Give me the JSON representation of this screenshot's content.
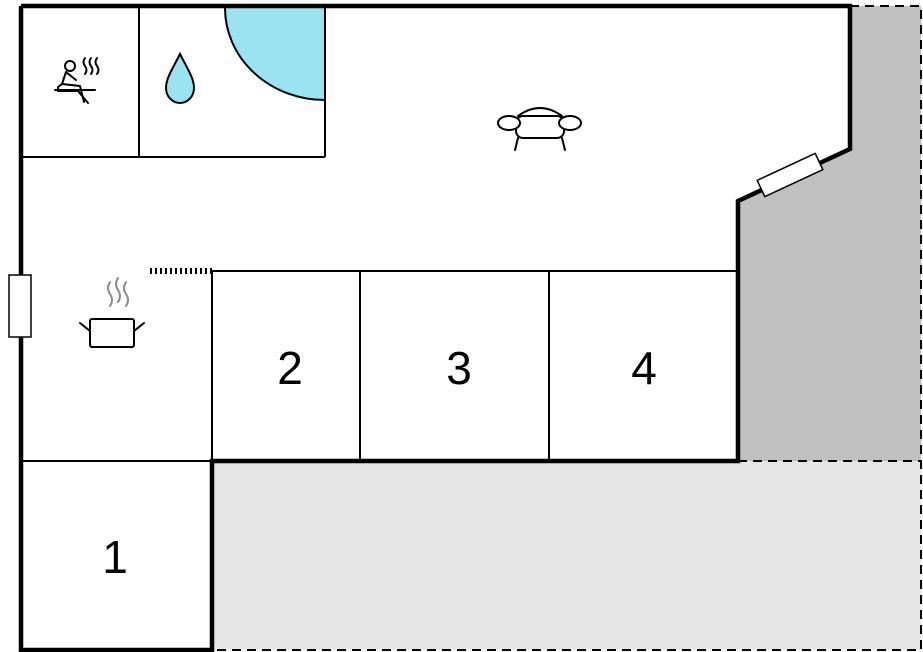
{
  "floorplan": {
    "rooms": [
      {
        "id": "bedroom-1",
        "label": "1"
      },
      {
        "id": "bedroom-2",
        "label": "2"
      },
      {
        "id": "bedroom-3",
        "label": "3"
      },
      {
        "id": "bedroom-4",
        "label": "4"
      }
    ],
    "icons": {
      "sauna": "sauna-icon",
      "bathroom": "water-drop-icon",
      "living_room": "sofa-icon",
      "kitchen": "cooking-pot-icon"
    },
    "colors": {
      "wall": "#000000",
      "shower": "#9be3f0",
      "terrace_covered": "#c0c0c0",
      "terrace_open": "#e6e6e6",
      "background": "#ffffff"
    }
  }
}
